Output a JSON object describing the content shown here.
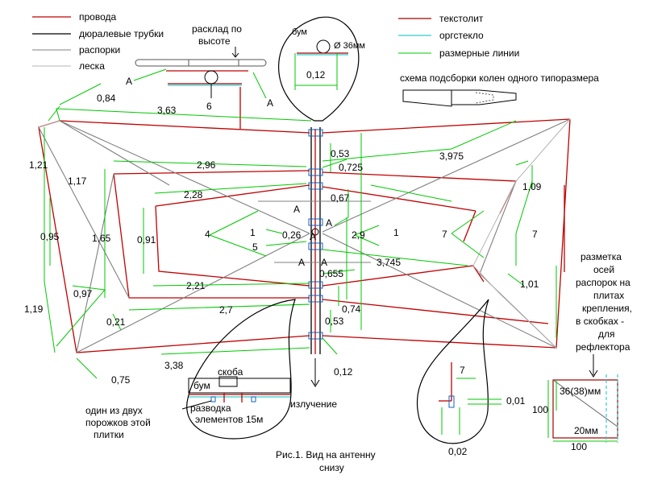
{
  "legend": {
    "left": [
      {
        "label": "провода",
        "color": "#c00000"
      },
      {
        "label": "дюралевые трубки",
        "color": "#000000"
      },
      {
        "label": "распорки",
        "color": "#808080"
      },
      {
        "label": "леска",
        "color": "#b4b4b4"
      }
    ],
    "right": [
      {
        "label": "текстолит",
        "color": "#a00000"
      },
      {
        "label": "оргстекло",
        "color": "#33cccc"
      },
      {
        "label": "размерные линии",
        "color": "#00c800"
      }
    ]
  },
  "labels": {
    "height_layout": [
      "расклад по",
      "высоте"
    ],
    "boom": "бум",
    "boom_diam": "Ø 36мм",
    "d012_top": "0,12",
    "knee_scheme": "схема подсборки колен одного типоразмера",
    "A1": "A",
    "A2": "A",
    "six": "6",
    "d084": "0,84",
    "d363": "3,63",
    "d121": "1,21",
    "d117": "1,17",
    "d296": "2,96",
    "d053a": "0,53",
    "d0725": "0,725",
    "d3975": "3,975",
    "d228": "2,28",
    "d067": "0,67",
    "d109": "1,09",
    "d095": "0,95",
    "d165": "1,65",
    "d091": "0,91",
    "n4": "4",
    "n1a": "1",
    "d026": "0,26",
    "Aa": "A",
    "Ab": "A",
    "d29": "2,9",
    "n1b": "1",
    "n7a": "7",
    "n7b": "7",
    "n5": "5",
    "Ac": "A",
    "Ad": "A",
    "Ae": "A",
    "d3745": "3,745",
    "d0655": "0,655",
    "d101": "1,01",
    "d097": "0,97",
    "d221": "2,21",
    "d119": "1,19",
    "d27": "2,7",
    "d074": "0,74",
    "d021": "0,21",
    "d053b": "0,53",
    "d075": "0,75",
    "d338": "3,38",
    "d012_bot": "0,12",
    "bracket": "скоба",
    "boom2": "бум",
    "wiring": [
      "разводка",
      "элементов 15м"
    ],
    "radiation": "излучение",
    "step_note": [
      "один из двух",
      "порожков этой",
      "плитки"
    ],
    "n7c": "7",
    "d001": "0,01",
    "d002": "0,02",
    "mount_marking": [
      "разметка",
      "осей",
      "распорок на",
      "плитах",
      "крепления,",
      "в скобках -",
      "для",
      "рефлектора"
    ],
    "d36_38": "36(38)мм",
    "d100_left": "100",
    "d20mm": "20мм",
    "d100_bot": "100",
    "caption": [
      "Рис.1.  Вид на антенну",
      "снизу"
    ]
  }
}
